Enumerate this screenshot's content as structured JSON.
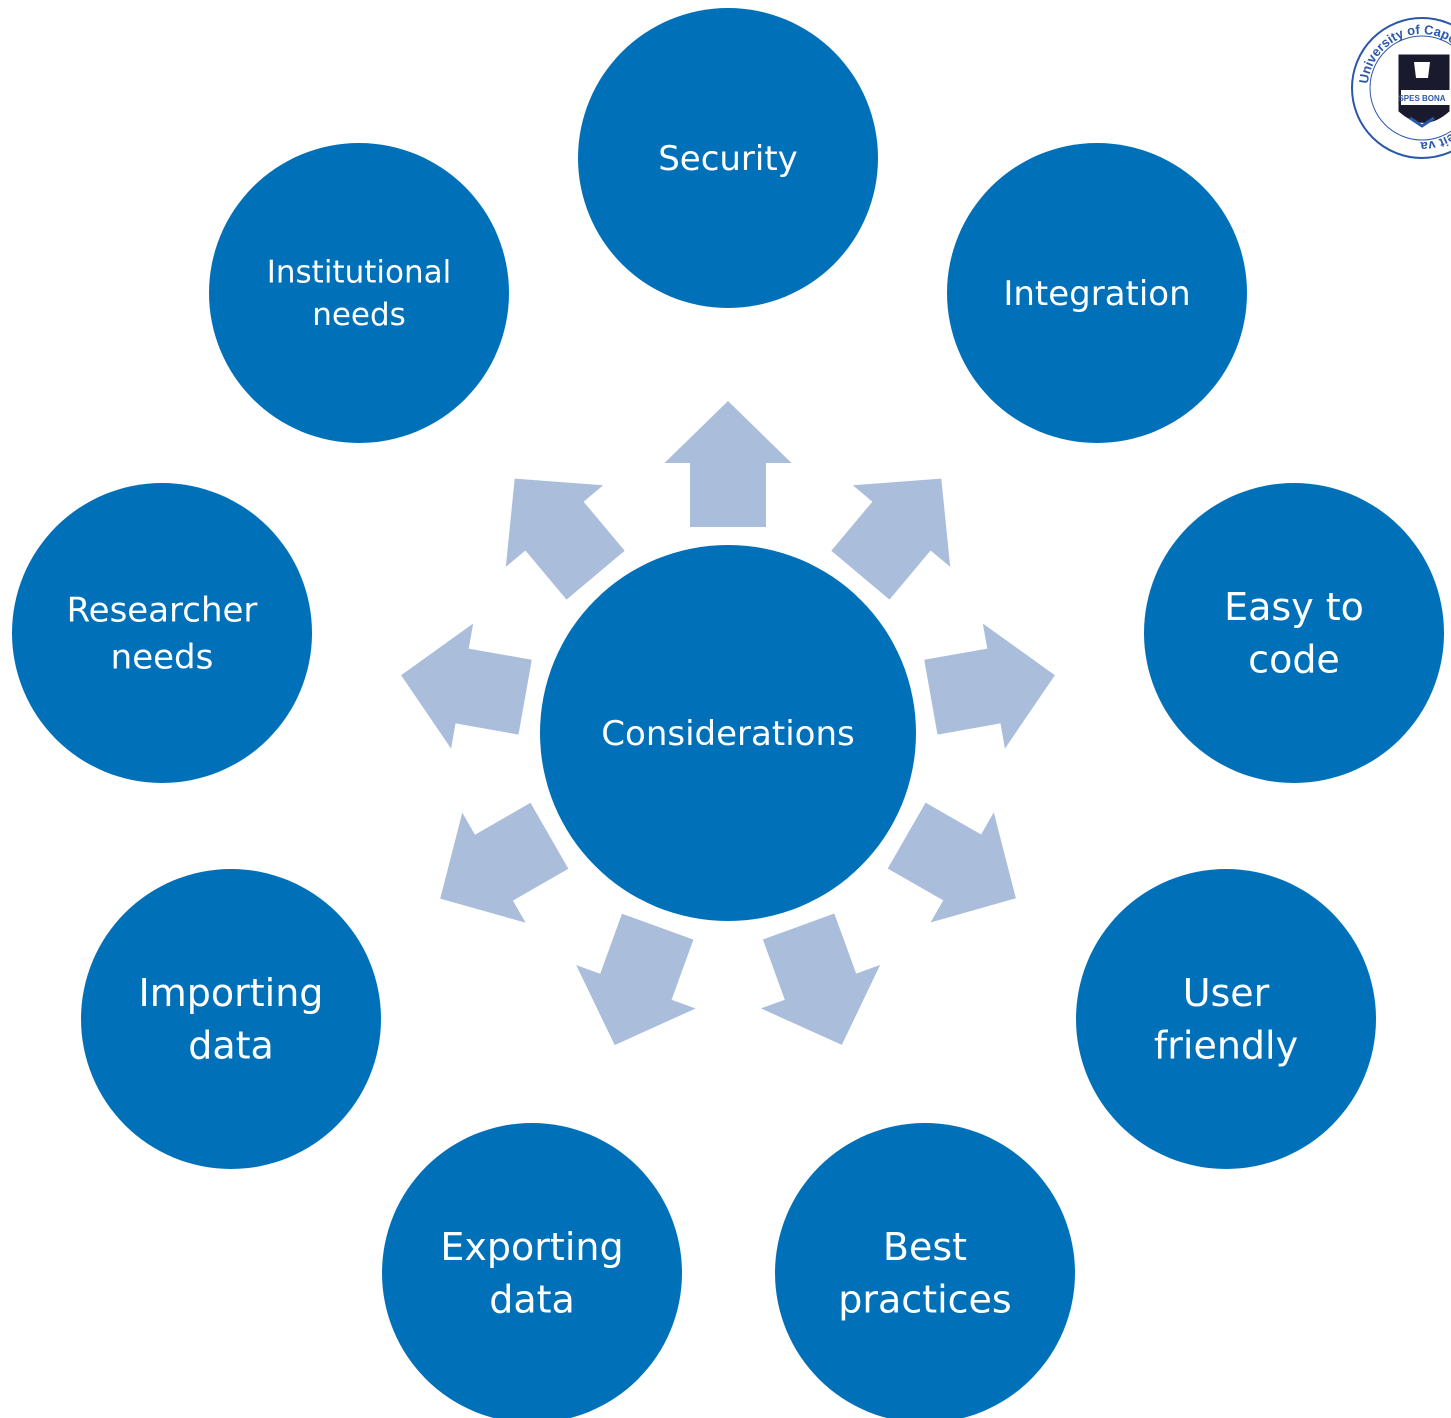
{
  "diagram": {
    "center": {
      "label": [
        "Considerations"
      ]
    },
    "nodes": [
      {
        "id": "security",
        "label": [
          "Security"
        ]
      },
      {
        "id": "integration",
        "label": [
          "Integration"
        ]
      },
      {
        "id": "easy-to-code",
        "label": [
          "Easy to",
          "code"
        ]
      },
      {
        "id": "user-friendly",
        "label": [
          "User",
          "friendly"
        ]
      },
      {
        "id": "best-practices",
        "label": [
          "Best",
          "practices"
        ]
      },
      {
        "id": "exporting-data",
        "label": [
          "Exporting",
          "data"
        ]
      },
      {
        "id": "importing-data",
        "label": [
          "Importing",
          "data"
        ]
      },
      {
        "id": "researcher-needs",
        "label": [
          "Researcher",
          "needs"
        ]
      },
      {
        "id": "institutional-needs",
        "label": [
          "Institutional",
          "needs"
        ]
      }
    ],
    "colors": {
      "circle": "#0071b9",
      "arrow": "#aabedb",
      "text": "#ffffff"
    }
  },
  "logo": {
    "ring_text": "University of Cape Town · Universiteit van Kaapstad ·",
    "motto": "SPES BONA",
    "icon": "uct-crest-icon",
    "colors": {
      "ring": "#2b58a8",
      "shield": "#1a1a2e",
      "band": "#ffffff"
    }
  }
}
